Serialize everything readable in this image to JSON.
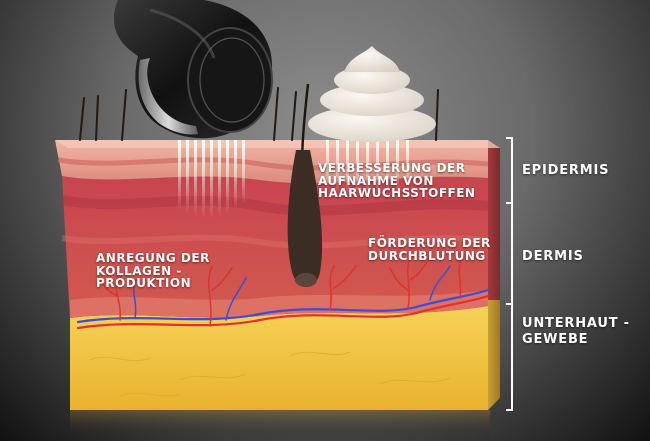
{
  "diagram": {
    "labels": {
      "collagen": [
        "ANREGUNG DER",
        "KOLLAGEN -",
        "PRODUKTION"
      ],
      "absorption": [
        "VERBESSERUNG DER",
        "AUFNAHME VON",
        "HAARWUCHSSTOFFEN"
      ],
      "circulation": [
        "FÖRDERUNG DER",
        "DURCHBLUTUNG"
      ]
    },
    "layers": {
      "epidermis": "EPIDERMIS",
      "dermis": "DERMIS",
      "subcutis": [
        "UNTERHAUT -",
        "GEWEBE"
      ]
    },
    "colors": {
      "epidermis": "#e8a292",
      "dermis": "#c9454c",
      "fat": "#f0c43c",
      "vein": "#3a4fd8",
      "artery": "#e0322e",
      "roller": "#1c1c1c",
      "foam": "#ece6dc"
    }
  }
}
